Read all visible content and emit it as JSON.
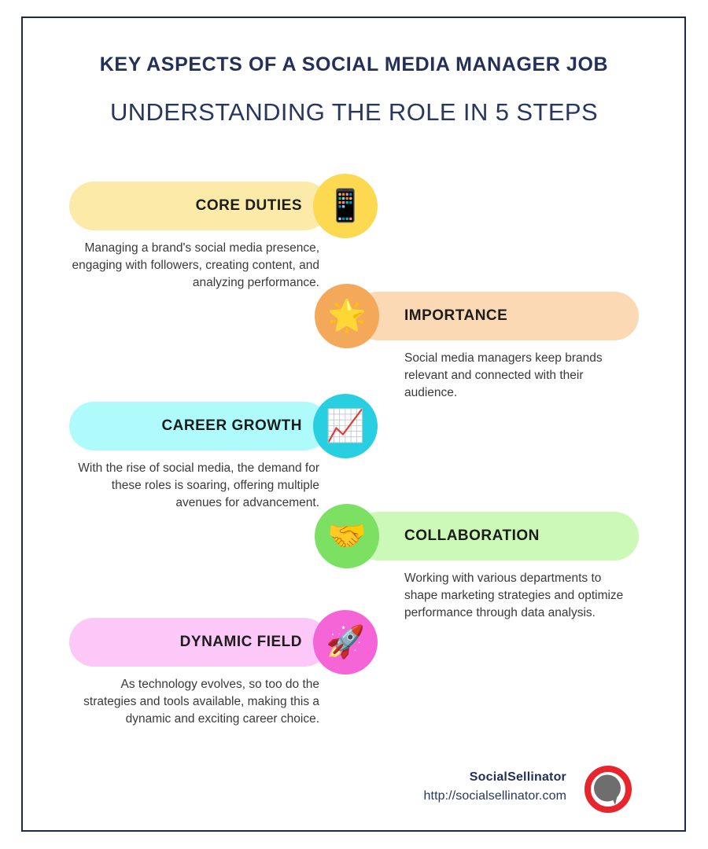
{
  "poster": {
    "heading": "KEY ASPECTS OF A SOCIAL MEDIA MANAGER JOB",
    "subheading": "UNDERSTANDING THE ROLE IN 5 STEPS",
    "frame_color": "#1e2a4a",
    "heading_color": "#23305a",
    "background": "#ffffff"
  },
  "steps": [
    {
      "label": "CORE DUTIES",
      "body": "Managing a brand's social media presence, engaging with followers, creating content, and analyzing performance.",
      "icon": "mobile-phone-icon",
      "glyph": "📱",
      "side": "left",
      "pill_color": "#fbeaa8",
      "circle_color": "#fcd950"
    },
    {
      "label": "IMPORTANCE",
      "body": "Social media managers keep brands relevant and connected with their audience.",
      "icon": "glowing-star-icon",
      "glyph": "🌟",
      "side": "right",
      "pill_color": "#fad9b4",
      "circle_color": "#f4a85a"
    },
    {
      "label": "CAREER GROWTH",
      "body": "With the rise of social media, the demand for these roles is soaring, offering multiple avenues for advancement.",
      "icon": "chart-increasing-icon",
      "glyph": "📈",
      "side": "left",
      "pill_color": "#affbfb",
      "circle_color": "#28cfe0"
    },
    {
      "label": "COLLABORATION",
      "body": "Working with various departments to shape marketing strategies and optimize performance through data analysis.",
      "icon": "handshake-icon",
      "glyph": "🤝",
      "side": "right",
      "pill_color": "#ccf8b8",
      "circle_color": "#7ce063"
    },
    {
      "label": "DYNAMIC FIELD",
      "body": "As technology evolves, so too do the strategies and tools available, making this a dynamic and exciting career choice.",
      "icon": "rocket-icon",
      "glyph": "🚀",
      "side": "left",
      "pill_color": "#fbc8f8",
      "circle_color": "#f565d8"
    }
  ],
  "footer": {
    "brand": "SocialSellinator",
    "url": "http://socialsellinator.com",
    "logo_ring_color": "#e8252c",
    "logo_bubble_color": "#6e6e6e"
  }
}
